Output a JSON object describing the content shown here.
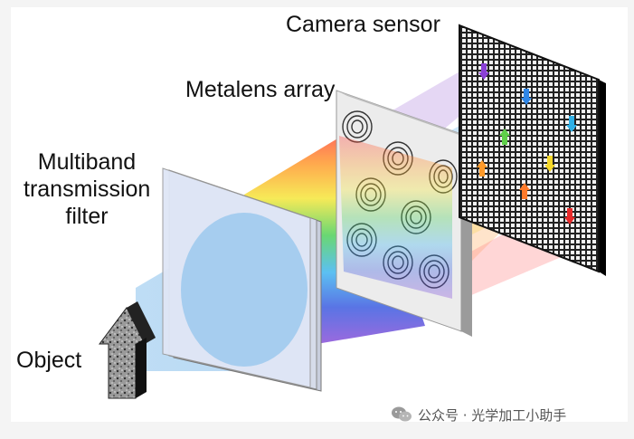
{
  "labels": {
    "camera_sensor": "Camera sensor",
    "metalens_array": "Metalens array",
    "filter_line1": "Multiband",
    "filter_line2": "transmission",
    "filter_line3": "filter",
    "object": "Object"
  },
  "watermark": {
    "icon": "wechat-icon",
    "text": "公众号 · 光学加工小助手"
  },
  "colors": {
    "light_cone": "#8fc3ec",
    "filter_face": "#dfe6f6",
    "spectrum": [
      "#ff4040",
      "#ff9a2e",
      "#f5e63a",
      "#4fd05a",
      "#3fb5f0",
      "#3c5ce0",
      "#8a4fd8"
    ],
    "sensor_frame": "#111111",
    "metalens_plate": "#ececec"
  },
  "sensor_marks": [
    {
      "color": "#8a3fd6",
      "direction": "down"
    },
    {
      "color": "#2f86e6",
      "direction": "down"
    },
    {
      "color": "#2fb0e6",
      "direction": "down"
    },
    {
      "color": "#5fd04a",
      "direction": "up"
    },
    {
      "color": "#f5d82a",
      "direction": "down"
    },
    {
      "color": "#ff9a2a",
      "direction": "up"
    },
    {
      "color": "#ff7a2a",
      "direction": "up"
    },
    {
      "color": "#e82a2a",
      "direction": "down"
    }
  ]
}
